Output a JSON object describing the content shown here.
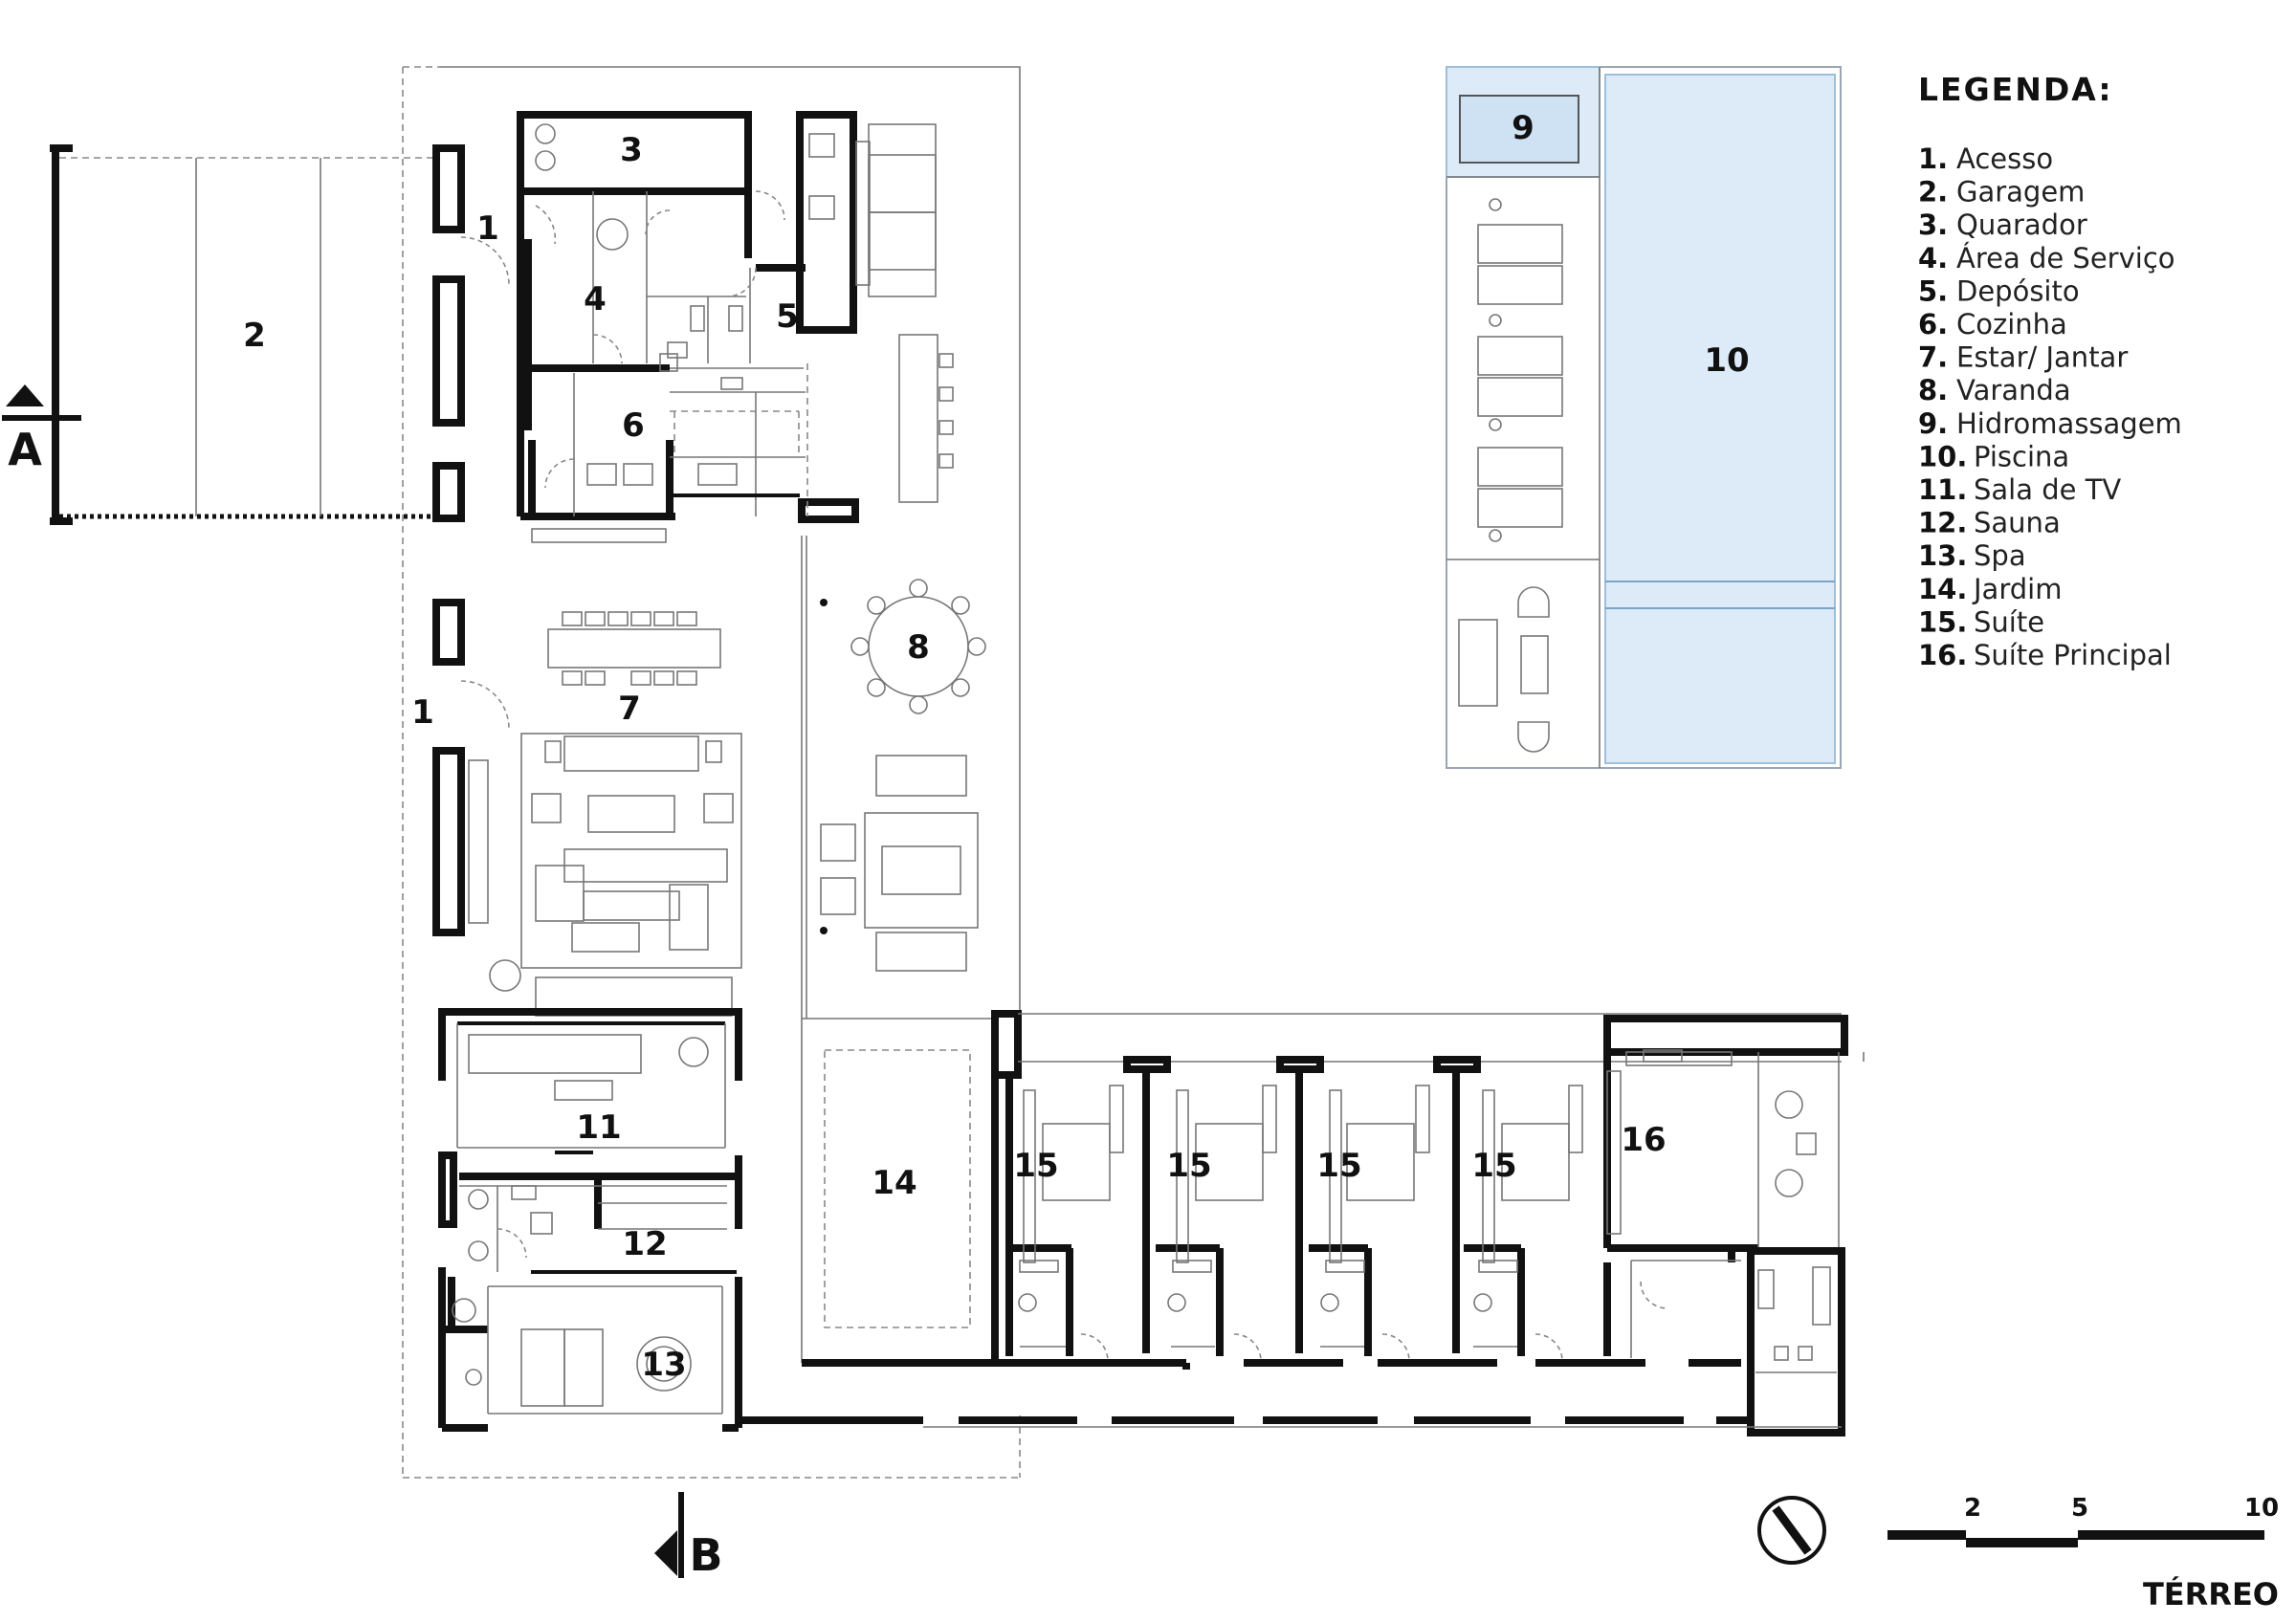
{
  "labels": {
    "acesso_1": "1",
    "acesso_2": "1",
    "garagem": "2",
    "quarador": "3",
    "area_servico": "4",
    "deposito": "5",
    "cozinha": "6",
    "estar_jantar": "7",
    "varanda": "8",
    "hidromassagem": "9",
    "piscina": "10",
    "sala_tv": "11",
    "sauna": "12",
    "spa": "13",
    "jardim": "14",
    "suite_1": "15",
    "suite_2": "15",
    "suite_3": "15",
    "suite_4": "15",
    "suite_principal": "16"
  },
  "legend": {
    "title": "LEGENDA:",
    "items": [
      {
        "num": "1.",
        "text": "Acesso"
      },
      {
        "num": "2.",
        "text": "Garagem"
      },
      {
        "num": "3.",
        "text": "Quarador"
      },
      {
        "num": "4.",
        "text": "Área de Serviço"
      },
      {
        "num": "5.",
        "text": "Depósito"
      },
      {
        "num": "6.",
        "text": "Cozinha"
      },
      {
        "num": "7.",
        "text": "Estar/ Jantar"
      },
      {
        "num": "8.",
        "text": "Varanda"
      },
      {
        "num": "9.",
        "text": "Hidromassagem"
      },
      {
        "num": "10.",
        "text": "Piscina"
      },
      {
        "num": "11.",
        "text": "Sala de TV"
      },
      {
        "num": "12.",
        "text": "Sauna"
      },
      {
        "num": "13.",
        "text": "Spa"
      },
      {
        "num": "14.",
        "text": "Jardim"
      },
      {
        "num": "15.",
        "text": "Suíte"
      },
      {
        "num": "16.",
        "text": "Suíte Principal"
      }
    ]
  },
  "section_marks": {
    "a": "A",
    "b": "B"
  },
  "scale_bar": {
    "labels": [
      "2",
      "5",
      "10"
    ]
  },
  "drawing_title": "TÉRREO",
  "icons": {
    "north": "north-arrow-icon",
    "section": "section-marker-icon"
  },
  "colors": {
    "water": "#dcebf7",
    "water_stroke": "#9dbfdc",
    "wall": "#111111",
    "furniture": "#777777"
  }
}
